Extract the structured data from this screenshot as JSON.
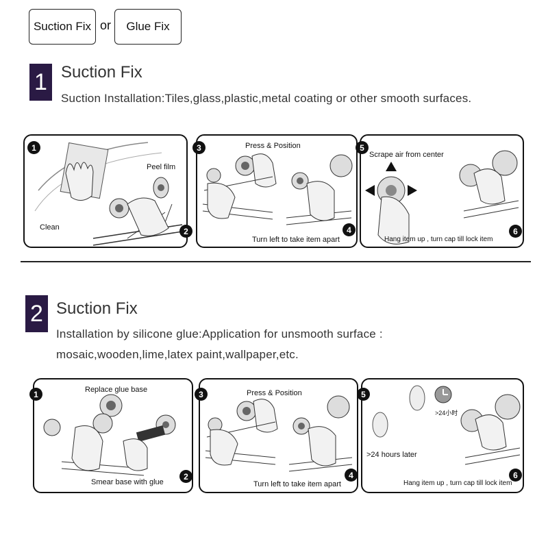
{
  "tabs": {
    "suction": "Suction Fix",
    "or": "or",
    "glue": "Glue Fix"
  },
  "section1": {
    "number": "1",
    "title": "Suction Fix",
    "description": "Suction Installation:Tiles,glass,plastic,metal coating or other smooth surfaces.",
    "panels": [
      {
        "steps": [
          "1",
          "2"
        ],
        "captions": [
          "Peel film",
          "Clean"
        ]
      },
      {
        "steps": [
          "3",
          "4"
        ],
        "captions": [
          "Press & Position",
          "Turn left to take item apart"
        ]
      },
      {
        "steps": [
          "5",
          "6"
        ],
        "captions": [
          "Scrape air from center",
          "Hang item up , turn cap till lock item"
        ]
      }
    ]
  },
  "section2": {
    "number": "2",
    "title": "Suction Fix",
    "description_line1": "Installation by silicone glue:Application for unsmooth surface :",
    "description_line2": "mosaic,wooden,lime,latex paint,wallpaper,etc.",
    "panels": [
      {
        "steps": [
          "1",
          "2"
        ],
        "captions": [
          "Replace glue base",
          "Smear base with glue"
        ]
      },
      {
        "steps": [
          "3",
          "4"
        ],
        "captions": [
          "Press & Position",
          "Turn left to take item apart"
        ]
      },
      {
        "steps": [
          "5",
          "6"
        ],
        "captions": [
          ">24小时",
          ">24 hours later",
          "Hang item up , turn cap till lock item"
        ]
      }
    ]
  }
}
